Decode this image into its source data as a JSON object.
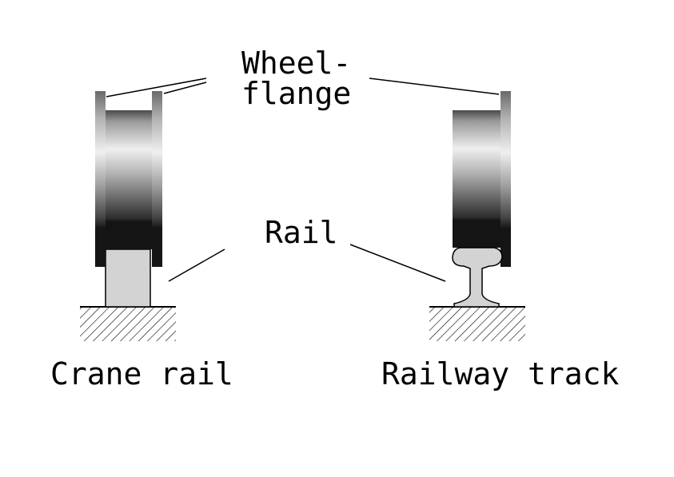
{
  "labels": {
    "wheel_flange_line1": "Wheel-",
    "wheel_flange_line2": "flange",
    "rail": "Rail",
    "crane_rail": "Crane rail",
    "railway_track": "Railway track"
  },
  "colors": {
    "line": "#000000",
    "rail_fill": "#d3d3d3",
    "wheel_dark": "#151515",
    "wheel_light": "#ededed"
  }
}
